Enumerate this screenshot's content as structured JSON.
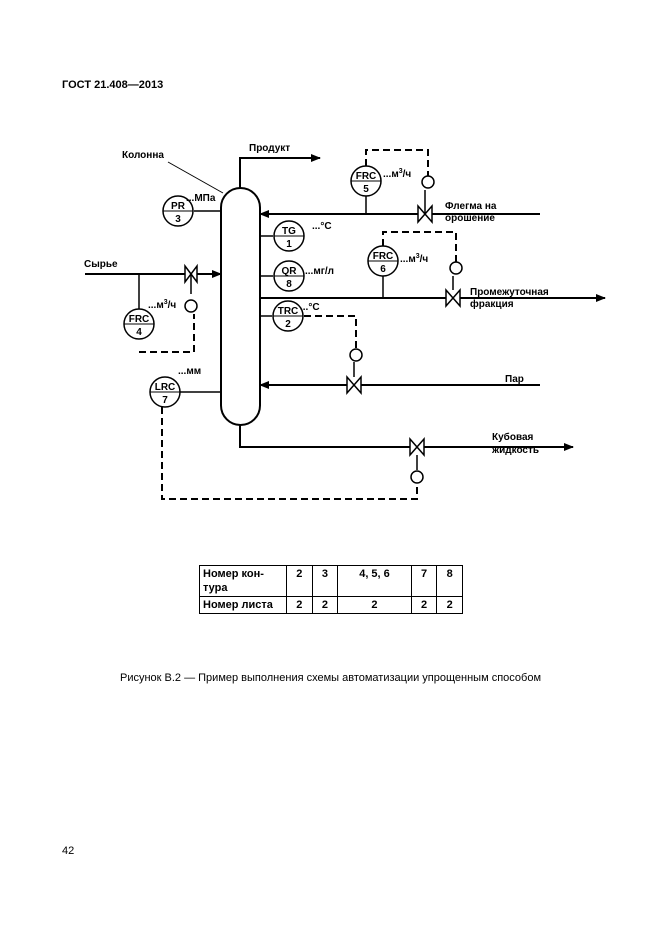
{
  "header": {
    "standard": "ГОСТ 21.408—2013"
  },
  "page_number": "42",
  "diagram": {
    "labels": {
      "column": "Колонна",
      "product": "Продукт",
      "feed": "Сырье",
      "reflux_line1": "Флегма на",
      "reflux_line2": "орошение",
      "intermediate_line1": "Промежуточная",
      "intermediate_line2": "фракция",
      "steam": "Пар",
      "bottoms_line1": "Кубовая",
      "bottoms_line2": "жидкость"
    },
    "instruments": [
      {
        "id": "pr3",
        "tag": "PR",
        "num": "3",
        "unit": "...МПа"
      },
      {
        "id": "frc4",
        "tag": "FRC",
        "num": "4",
        "unit": "...м",
        "unit_sup": "3",
        "unit_tail": "/ч"
      },
      {
        "id": "lrc7",
        "tag": "LRC",
        "num": "7",
        "unit": "...мм"
      },
      {
        "id": "tg1",
        "tag": "TG",
        "num": "1",
        "unit": "...°С"
      },
      {
        "id": "qr8",
        "tag": "QR",
        "num": "8",
        "unit": "...мг/л"
      },
      {
        "id": "trc2",
        "tag": "TRC",
        "num": "2",
        "unit": "...°С"
      },
      {
        "id": "frc5",
        "tag": "FRC",
        "num": "5",
        "unit": "...м",
        "unit_sup": "3",
        "unit_tail": "/ч"
      },
      {
        "id": "frc6",
        "tag": "FRC",
        "num": "6",
        "unit": "...м",
        "unit_sup": "3",
        "unit_tail": "/ч"
      }
    ]
  },
  "table": {
    "row1_head": "Номер кон-тура",
    "row2_head": "Номер листа",
    "contours": [
      "2",
      "3",
      "4, 5, 6",
      "7",
      "8"
    ],
    "sheets": [
      "2",
      "2",
      "2",
      "2",
      "2"
    ]
  },
  "caption": "Рисунок В.2 — Пример выполнения схемы автоматизации упрощенным способом"
}
